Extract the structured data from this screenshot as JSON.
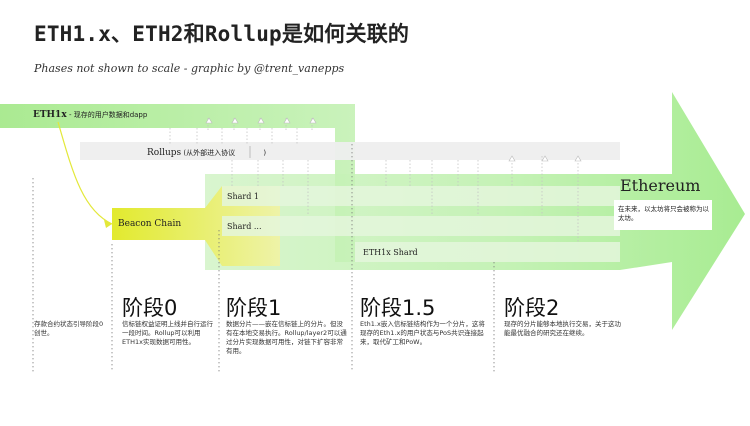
{
  "header": {
    "title": "ETH1.x、ETH2和Rollup是如何关联的",
    "subtitle": "Phases not shown to scale - graphic by @trent_vanepps"
  },
  "tracks": {
    "eth1x_name": "ETH1x",
    "eth1x_desc": "- 现存的用户数据和dapp",
    "rollups_name": "Rollups",
    "rollups_desc": "(从外部进入协议",
    "rollups_close": ")",
    "beacon_chain": "Beacon Chain",
    "shard_1": "Shard 1",
    "shard_n": "Shard ...",
    "eth1x_shard": "ETH1x Shard"
  },
  "ethereum": {
    "name": "Ethereum",
    "note": "在未来，以太坊将只会被称为以太坊。"
  },
  "left_note": "存款合约状态引导阶段0创世。",
  "phases": [
    {
      "label": "阶段0",
      "desc": "信标链权益证明上线并自行运行一段时间。Rollup可以利用ETH1x实现数据可用性。"
    },
    {
      "label": "阶段1",
      "desc": "数据分片——嵌在信标链上的分片。但没有在本地交易执行。Rollup/layer2可以通过分片实现数据可用性，对链下扩容非常有用。"
    },
    {
      "label": "阶段1.5",
      "desc": "Eth1.x嵌入信标链结构作为一个分片，这将现存的Eth1.x的用户状态与PoS共识连接起来，取代矿工和PoW。"
    },
    {
      "label": "阶段2",
      "desc": "现存的分片能够本地执行交易，关于这功能最优融合的研究还在继续。"
    }
  ],
  "colors": {
    "arrow_green": "#b4f0a4",
    "eth1x_green": "#a6e98c",
    "beacon_yellow": "#e6ec3a",
    "track_gray": "#ededed"
  }
}
